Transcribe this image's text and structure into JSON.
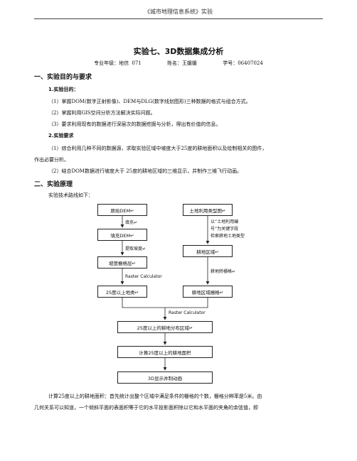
{
  "header": {
    "text": "《城市地理信息系统》实验"
  },
  "title": "实验七、3D数据集成分析",
  "meta": {
    "grade": "专业年级：地信 071",
    "name": "姓名：王媛媛",
    "id": "学号：06407024"
  },
  "section1": {
    "heading": "一、实验目的与要求",
    "sub1": "1.实验目的：",
    "items1": [
      "（1）掌握DOM(数字正射影像)、DEM与DLG(数字线划图形)三种数据的格式与组合方式。",
      "（2）掌握利用GIS空间分析方法解决实际问题。",
      "（3）要求利用现有的数据进行深层次的数据挖掘与分析，得出有价值的信息。"
    ],
    "sub2": "2.实验要求",
    "req1_line1": "（1）综合利用几种不同的数据源，求取实验区域中坡度大于25度的耕地面积以及绘制相关的图件，",
    "req1_line2": "作出必要分析。",
    "req2": "（2）结合DOM数据进行坡度大于 25度的耕地区域的三维显示，并制作三维飞行动画。"
  },
  "section2": {
    "heading": "二、实验原理",
    "intro": "实验技术路线如下：",
    "flow": {
      "dem": "原始DEM↵",
      "fill_label": "填充↵",
      "filled": "填充DEM↵",
      "slope_label": "提取坡度↵",
      "slope_grid": "坡度栅格层↵",
      "raster_calc1": "Raster Calculator",
      "gt25": "25度以上地类↵",
      "landuse": "土地利用类型图↵",
      "note_line1": "以“土地利用编",
      "note_line2": "号”为关键字段",
      "note_line3": "检索耕地土地类型",
      "farmland": "耕地区域↵",
      "to_grid_label": "耕地转栅格↵",
      "farm_grid": "耕地区域栅格↵",
      "raster_calc2": "Raster Calculator",
      "dist": "25度以上的耕地分布区域↵",
      "area": "计算25度以上的耕地面积",
      "show3d": "3D显示并制动画"
    },
    "para_line1": "计算25度以上的耕地面积：首先统计出整个区域中满足条件的栅格的个数，栅格分辨率是5米。由",
    "para_line2": "几何关系可以知道，一个倾斜平面的表面积等于它的水平投影面积除以它和水平面的夹角的余弦值，即"
  }
}
